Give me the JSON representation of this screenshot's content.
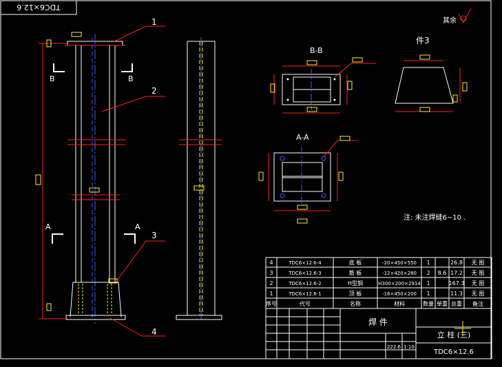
{
  "title_tag": "TDC6×12.6",
  "roughness_note": "其余",
  "views": {
    "section_bb": "B-B",
    "section_aa": "A-A",
    "detail3": "件3"
  },
  "section_marks": {
    "b": "B",
    "a": "A"
  },
  "callouts": [
    "1",
    "2",
    "3",
    "4"
  ],
  "note": "注: 未注焊缝6~10 .",
  "bom": {
    "header": [
      "序号",
      "代号",
      "名称",
      "材料",
      "数量",
      "单重",
      "总重",
      "备注"
    ],
    "rows": [
      {
        "no": "4",
        "code": "TDC6×12.6-4",
        "name": "底 板",
        "spec": "-20×450×550",
        "qty": "1",
        "unit": "",
        "total": "26.8",
        "note": "无 图"
      },
      {
        "no": "3",
        "code": "TDC6×12.6-3",
        "name": "筋 板",
        "spec": "-12×420×280",
        "qty": "2",
        "unit": "8.6",
        "total": "17.2",
        "note": "无 图"
      },
      {
        "no": "2",
        "code": "TDC6×12.6-2",
        "name": "H型钢",
        "spec": "H300×200×2914",
        "qty": "1",
        "unit": "",
        "total": "167.3",
        "note": "无 图"
      },
      {
        "no": "1",
        "code": "TDC6×12.6-1",
        "name": "顶 板",
        "spec": "-16×450×200",
        "qty": "1",
        "unit": "",
        "total": "11.3",
        "note": "无 图"
      }
    ]
  },
  "title_block": {
    "part_type": "焊  件",
    "name": "立 柱 (三)",
    "drawing_no": "TDC6×12.6",
    "weight": "222.6",
    "scale": "1:10"
  },
  "colors": {
    "background": "#000000",
    "outline": "#ffffff",
    "dimension": "#ff2020",
    "centerline": "#3a5cff",
    "hidden": "#ffee22",
    "label": "#ffffff"
  }
}
